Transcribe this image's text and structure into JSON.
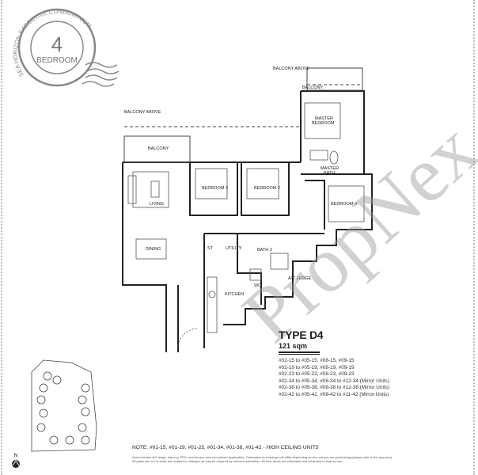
{
  "stamp": {
    "arc_text": "SEA HORIZON EXECUTIVE CONDOMINIUM",
    "number": "4",
    "label": "BEDROOM"
  },
  "plan": {
    "rooms": {
      "balcony_above_1": "BALCONY ABOVE",
      "balcony_above_2": "BALCONY ABOVE",
      "balcony_1": "BALCONY",
      "balcony_2": "BALCONY",
      "master_bedroom_1": "MASTER",
      "master_bedroom_2": "BEDROOM",
      "master_bath_1": "MASTER",
      "master_bath_2": "BATH",
      "bedroom_3": "BEDROOM 3",
      "bedroom_2": "BEDROOM 2",
      "bedroom_4": "BEDROOM 4",
      "living": "LIVING",
      "dining": "DINING",
      "st": "ST",
      "utility": "UTILITY",
      "bath_2": "BATH 2",
      "wc": "WC",
      "ac_ledge": "A/C LEDGE",
      "kitchen": "KITCHEN"
    },
    "watermark": "PropNex",
    "compass": "N"
  },
  "type": {
    "title": "TYPE D4",
    "area": "121 sqm",
    "units": [
      "#02-15 to #05-15, #08-15, #09-15",
      "#02-19 to #05-19, #08-19, #09-19",
      "#02-23 to #05-23, #08-23, #09-23",
      "#02-34 to #05-34, #08-34 to #12-34 (Mirror Units)",
      "#02-38 to #05-38, #08-38 to #12-38 (Mirror Units)",
      "#02-42 to #05-42, #08-42 to #11-42 (Mirror Units)"
    ]
  },
  "note": "NOTE: #01-15, #01-19, #01-23, #01-34, #01-38, #01-42 - HIGH CEILING UNITS",
  "disclaimer": [
    "Area includes A/C ledge, balcony, PES, roof terrace and void (where applicable). Orientation and facings will differ depending on the unit you are purchasing (please refer to the key plan).",
    "All plans are not to scale and subject to changes as may be required by relevant authorities. All floor areas are estimated and subjected to final survey."
  ]
}
